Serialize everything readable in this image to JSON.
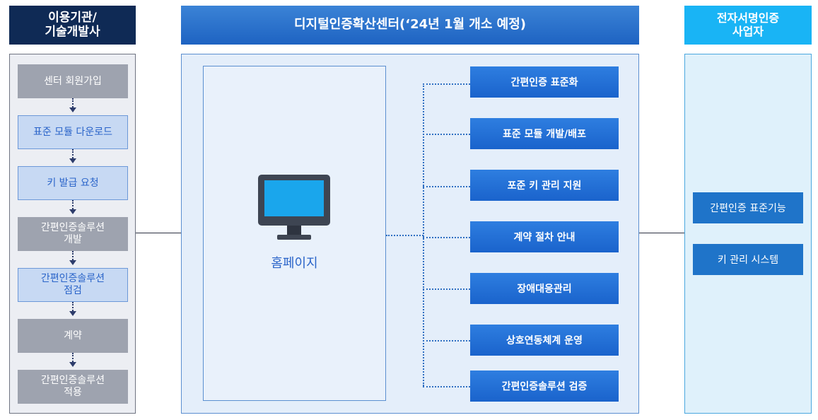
{
  "headers": {
    "left": "이용기관/\n기술개발사",
    "center": "디지털인증확산센터(‘24년 1월 개소 예정)",
    "right": "전자서명인증\n사업자"
  },
  "left_steps": [
    {
      "label": "센터 회원가입",
      "style": "gray"
    },
    {
      "label": "표준 모듈 다운로드",
      "style": "blue"
    },
    {
      "label": "키 발급 요청",
      "style": "blue"
    },
    {
      "label": "간편인증솔루션\n개발",
      "style": "gray"
    },
    {
      "label": "간편인증솔루션\n점검",
      "style": "blue"
    },
    {
      "label": "계약",
      "style": "gray"
    },
    {
      "label": "간편인증솔루션\n적용",
      "style": "gray"
    }
  ],
  "homepage_label": "홈페이지",
  "services": [
    "간편인증 표준화",
    "표준 모듈 개발/배포",
    "포준 키 관리 지원",
    "계약 절차 안내",
    "장애대응관리",
    "상호연동체계 운영",
    "간편인증솔루션 검증"
  ],
  "right_items": [
    "간편인증 표준기능",
    "키 관리 시스템"
  ],
  "icons": {
    "monitor": "monitor-icon"
  },
  "colors": {
    "left_header": "#0f2a55",
    "center_header": "#1e63c2",
    "right_header": "#19b4f5",
    "service_button": "#1a63cc",
    "right_item": "#1f74c9"
  }
}
